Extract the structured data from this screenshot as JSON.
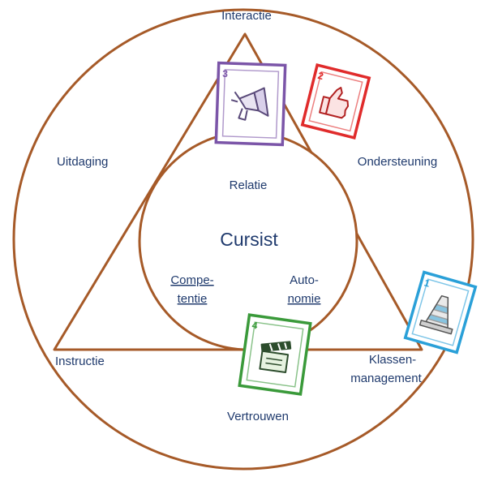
{
  "diagram": {
    "center_label": "Cursist",
    "inner_labels": {
      "top": "Relatie",
      "left": [
        "Compe-",
        "tentie"
      ],
      "right": [
        "Auto-",
        "nomie"
      ]
    },
    "vertex_labels": {
      "top": "Interactie",
      "left": "Instructie",
      "right": [
        "Klassen-",
        "management"
      ]
    },
    "side_labels": {
      "left": "Uitdaging",
      "right": "Ondersteuning",
      "bottom": "Vertrouwen"
    },
    "cards": [
      {
        "number": "3",
        "icon": "megaphone-icon",
        "color": "#7b55a8"
      },
      {
        "number": "2",
        "icon": "thumbs-up-icon",
        "color": "#e02b2b"
      },
      {
        "number": "1",
        "icon": "traffic-cone-icon",
        "color": "#2aa0d8"
      },
      {
        "number": "4",
        "icon": "clapperboard-icon",
        "color": "#3a9a3a"
      }
    ],
    "colors": {
      "lines": "#a65a28",
      "text": "#1f3a6d"
    }
  }
}
